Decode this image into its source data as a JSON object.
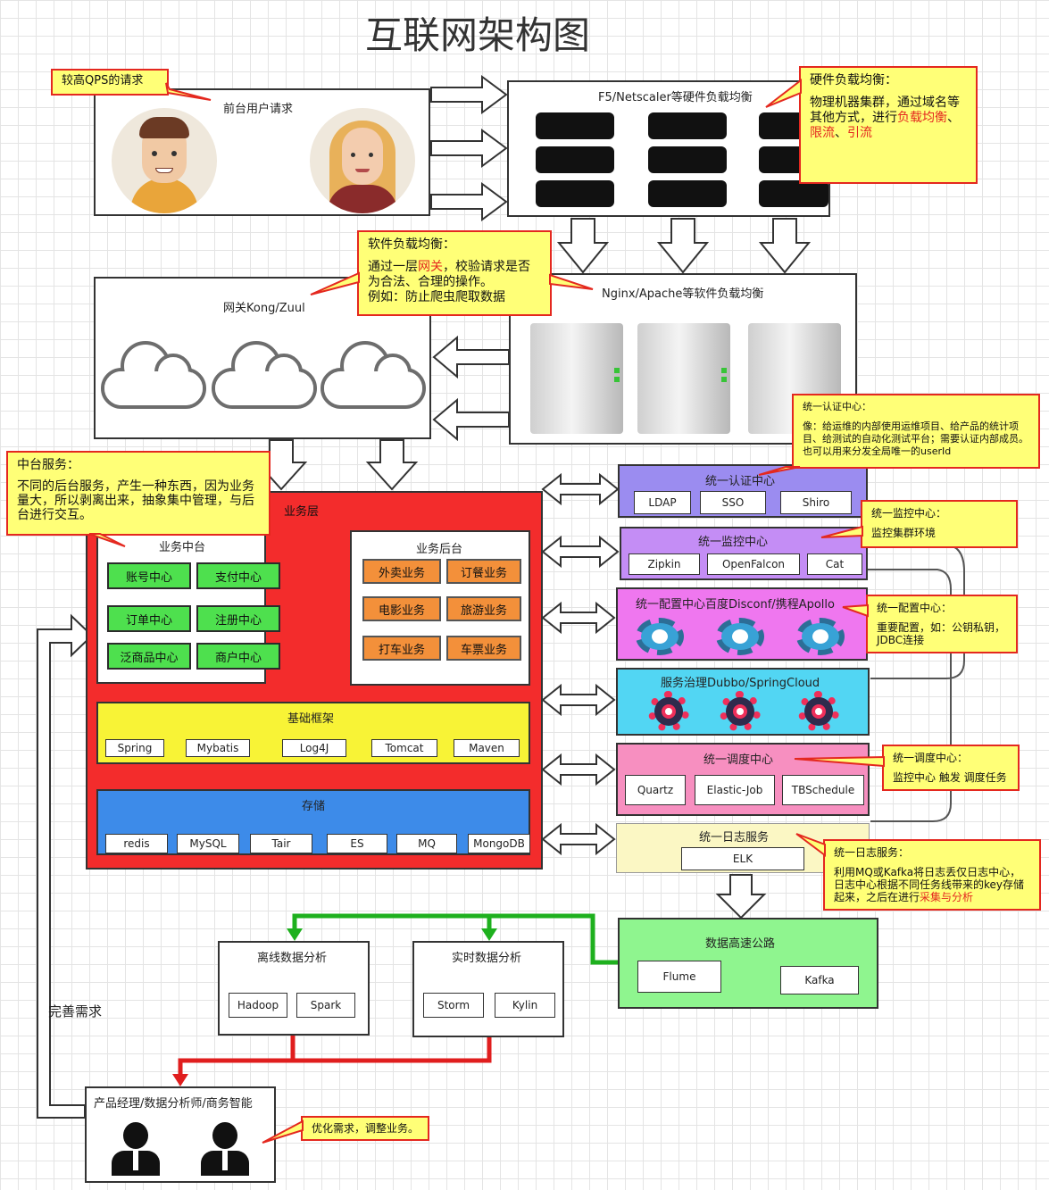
{
  "title": "互联网架构图",
  "notes": {
    "qps": "较高QPS的请求",
    "hw_lb": {
      "title": "硬件负载均衡：",
      "text_a": "物理机器集群，通过域名等其他方式，进行",
      "em1": "负载均衡",
      "sep1": "、",
      "em2": "限流",
      "sep2": "、",
      "em3": "引流"
    },
    "sw_lb": {
      "title": "软件负载均衡：",
      "text_a": "通过一层",
      "em1": "网关",
      "text_b": "，校验请求是否为合法、合理的操作。",
      "text_c": "例如：防止爬虫爬取数据"
    },
    "middle": {
      "title": "中台服务：",
      "text": "不同的后台服务，产生一种东西，因为业务量大，所以剥离出来，抽象集中管理，与后台进行交互。"
    },
    "auth": {
      "title": "统一认证中心：",
      "text": "像：给运维的内部使用运维项目、给产品的统计项目、给测试的自动化测试平台；需要认证内部成员。也可以用来分发全局唯一的userId"
    },
    "monitor": {
      "title": "统一监控中心：",
      "text": "监控集群环境"
    },
    "config": {
      "title": "统一配置中心：",
      "text": "重要配置，如：公钥私钥，JDBC连接"
    },
    "schedule": {
      "title": "统一调度中心：",
      "text": "监控中心 触发 调度任务"
    },
    "log": {
      "title": "统一日志服务：",
      "text_a": "利用MQ或Kafka将日志丢仅日志中心，日志中心根据不同任务线带来的key存储起来，之后在进行",
      "em1": "采集与分析"
    },
    "optimize": "优化需求，调整业务。"
  },
  "frontend": {
    "label": "前台用户请求"
  },
  "f5": {
    "label": "F5/Netscaler等硬件负载均衡"
  },
  "gateway": {
    "label": "网关Kong/Zuul"
  },
  "nginx": {
    "label": "Nginx/Apache等软件负载均衡"
  },
  "business_layer": {
    "label": "业务层",
    "middle_platform": {
      "label": "业务中台",
      "items": [
        "账号中心",
        "支付中心",
        "订单中心",
        "注册中心",
        "泛商品中心",
        "商户中心"
      ]
    },
    "backend": {
      "label": "业务后台",
      "items": [
        "外卖业务",
        "订餐业务",
        "电影业务",
        "旅游业务",
        "打车业务",
        "车票业务"
      ]
    },
    "framework": {
      "label": "基础框架",
      "items": [
        "Spring",
        "Mybatis",
        "Log4J",
        "Tomcat",
        "Maven"
      ]
    },
    "storage": {
      "label": "存储",
      "items": [
        "redis",
        "MySQL",
        "Tair",
        "ES",
        "MQ",
        "MongoDB"
      ]
    }
  },
  "services": {
    "auth": {
      "label": "统一认证中心",
      "items": [
        "LDAP",
        "SSO",
        "Shiro"
      ],
      "color": "#9b8cf0"
    },
    "monitor": {
      "label": "统一监控中心",
      "items": [
        "Zipkin",
        "OpenFalcon",
        "Cat"
      ],
      "color": "#c48df5"
    },
    "config": {
      "label": "统一配置中心百度Disconf/携程Apollo",
      "color": "#ef77ef"
    },
    "governance": {
      "label": "服务治理Dubbo/SpringCloud",
      "color": "#52d6f3"
    },
    "schedule": {
      "label": "统一调度中心",
      "items": [
        "Quartz",
        "Elastic-Job",
        "TBSchedule"
      ],
      "color": "#f78fc0"
    },
    "log": {
      "label": "统一日志服务",
      "items": [
        "ELK"
      ],
      "color": "#fbf7c4"
    }
  },
  "data_highway": {
    "label": "数据高速公路",
    "items": [
      "Flume",
      "Kafka"
    ],
    "color": "#8ff58f"
  },
  "offline": {
    "label": "离线数据分析",
    "items": [
      "Hadoop",
      "Spark"
    ]
  },
  "realtime": {
    "label": "实时数据分析",
    "items": [
      "Storm",
      "Kylin"
    ]
  },
  "product": {
    "label": "产品经理/数据分析师/商务智能"
  },
  "feedback": "完善需求"
}
